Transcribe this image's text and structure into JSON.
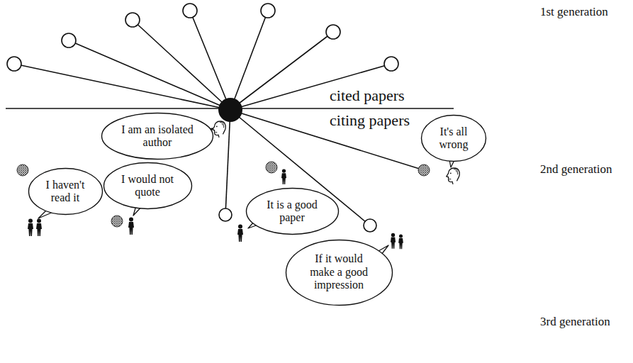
{
  "diagram": {
    "nodes": [
      {
        "text": [
          "I am an isolated author"
        ]
      },
      {
        "text": [
          "It's all wrong"
        ]
      },
      {
        "text": [
          "I haven't read it"
        ]
      },
      {
        "text": [
          "I would not quote"
        ]
      },
      {
        "text": [
          "It is a good paper"
        ]
      },
      {
        "text": [
          "If it would make a good impression"
        ]
      }
    ],
    "labels": [
      "1st generation",
      "cited papers",
      "citing papers",
      "2nd generation",
      "3rd generation"
    ]
  }
}
